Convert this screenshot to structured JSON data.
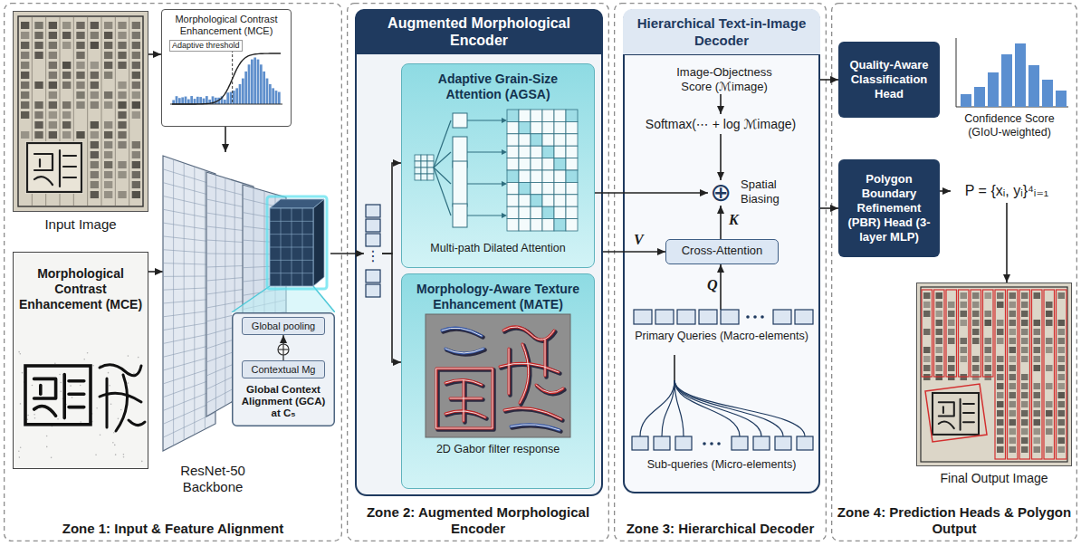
{
  "diagram": {
    "nodes": [
      {
        "text": [
          "Zone 1: Input & Feature Alignment"
        ]
      },
      {
        "text": [
          "Input Image"
        ],
        "in": 0
      },
      {
        "text": [
          "Morphological Contrast Enhancement (MCE)",
          "Adaptive threshold"
        ],
        "in": 0
      },
      {
        "text": [
          "Morphological Contrast Enhancement (MCE)"
        ],
        "in": 0
      },
      {
        "text": [
          "ResNet-50 Backbone"
        ],
        "in": 0
      },
      {
        "text": [
          "Global Context Alignment (GCA) at C₅"
        ],
        "in": 0
      },
      {
        "text": [
          "Global pooling"
        ],
        "in": 5
      },
      {
        "text": [
          "Contextual Mg"
        ],
        "in": 5
      },
      {
        "text": [
          "Zone 2: Augmented Morphological Encoder"
        ]
      },
      {
        "text": [
          "Augmented Morphological Encoder"
        ],
        "in": 8
      },
      {
        "text": [
          "⋮"
        ],
        "in": 9
      },
      {
        "text": [
          "Adaptive Grain-Size Attention (AGSA)",
          "Multi-path Dilated Attention"
        ],
        "in": 9
      },
      {
        "text": [
          "Morphology-Aware Texture Enhancement (MATE)",
          "2D Gabor filter response"
        ],
        "in": 9
      },
      {
        "text": [
          "Zone 3: Hierarchical Decoder"
        ]
      },
      {
        "text": [
          "Hierarchical Text-in-Image Decoder"
        ],
        "in": 13
      },
      {
        "text": [
          "Image-Objectness Score (ℳimage)"
        ],
        "in": 14
      },
      {
        "text": [
          "Softmax(⋯ + log ℳimage)"
        ],
        "in": 14
      },
      {
        "text": [
          "⊕"
        ],
        "in": 14
      },
      {
        "text": [
          "Cross-Attention"
        ],
        "in": 14
      },
      {
        "text": [
          "Primary Queries (Macro-elements)"
        ],
        "in": 14
      },
      {
        "text": [
          "Sub-queries (Micro-elements)"
        ],
        "in": 14
      },
      {
        "text": [
          "Zone 4: Prediction Heads & Polygon Output"
        ]
      },
      {
        "text": [
          "Quality-Aware Classification Head"
        ],
        "in": 21
      },
      {
        "text": [
          "Confidence Score (GIoU-weighted)"
        ],
        "in": 21
      },
      {
        "text": [
          "Polygon Boundary Refinement (PBR) Head (3-layer MLP)"
        ],
        "in": 21
      },
      {
        "text": [
          "P = {xᵢ, yᵢ}⁴ᵢ₌₁"
        ],
        "in": 21
      },
      {
        "text": [
          "Final Output Image"
        ],
        "in": 21
      }
    ],
    "edges": [
      {
        "from": 1,
        "to": 2,
        "arrow": "to"
      },
      {
        "from": 2,
        "to": 4,
        "arrow": "to"
      },
      {
        "from": 3,
        "to": 4,
        "arrow": "to"
      },
      {
        "from": 7,
        "to": 6,
        "arrow": "to"
      },
      {
        "from": 4,
        "to": 10,
        "arrow": "to"
      },
      {
        "from": 10,
        "to": 11,
        "arrow": "to"
      },
      {
        "from": 10,
        "to": 12,
        "arrow": "to"
      },
      {
        "from": 11,
        "to": 17,
        "arrow": "to"
      },
      {
        "from": 9,
        "to": 18,
        "label": "V",
        "arrow": "to"
      },
      {
        "from": 15,
        "to": 16,
        "arrow": "to"
      },
      {
        "from": 16,
        "to": 17,
        "arrow": "to"
      },
      {
        "from": 18,
        "to": 17,
        "label": "K",
        "arrow": "to"
      },
      {
        "from": 19,
        "to": 18,
        "label": "Q",
        "arrow": "to"
      },
      {
        "from": 20,
        "to": 19,
        "arrow": "none"
      },
      {
        "from": 14,
        "to": 22,
        "arrow": "to"
      },
      {
        "from": 14,
        "to": 24,
        "arrow": "to"
      },
      {
        "from": 24,
        "to": 25,
        "arrow": "to"
      },
      {
        "from": 25,
        "to": 26,
        "arrow": "to"
      }
    ],
    "labels": [
      "Spatial Biasing"
    ]
  }
}
